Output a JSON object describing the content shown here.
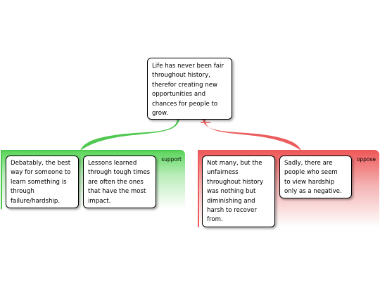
{
  "central": {
    "text": "Life has never been fair\nthroughout history,\ntherefor creating new\nopportunities and\nchances for people to\ngrow."
  },
  "support": {
    "label": "support",
    "color": "#4fc84f",
    "items": [
      {
        "text": "Debatably, the best\nway for someone to\nlearn something is\nthrough\nfailure/hardship."
      },
      {
        "text": "Lessons learned\nthrough tough times\nare often the ones\nthat have the most\nimpact."
      }
    ]
  },
  "oppose": {
    "label": "oppose",
    "color": "#ec5c5c",
    "items": [
      {
        "text": "Not many, but the\nunfairness\nthroughout history\nwas nothing but\ndiminishing and\nharsh to recover\nfrom."
      },
      {
        "text": "Sadly, there are\npeople who seem\nto view hardship\nonly as a negative."
      }
    ]
  }
}
